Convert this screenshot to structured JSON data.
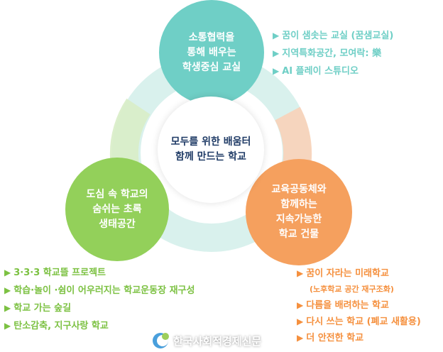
{
  "center": {
    "line1": "모두를 위한 배움터",
    "line2": "함께 만드는 학교"
  },
  "nodes": [
    {
      "lines": [
        "소통협력을",
        "통해 배우는",
        "학생중심 교실"
      ],
      "color": "#6fcfc6"
    },
    {
      "lines": [
        "도심 속 학교의",
        "숨쉬는 초록",
        "생태공간"
      ],
      "color": "#93d05a"
    },
    {
      "lines": [
        "교육공동체와",
        "함께하는",
        "지속가능한",
        "학교 건물"
      ],
      "color": "#f5a05e"
    }
  ],
  "lists": {
    "teal": [
      "꿈이 샘솟는 교실 (꿈샘교실)",
      "지역특화공간, 모여락: 樂",
      "AI 플레이 스튜디오"
    ],
    "green": [
      "3·3·3 학교뜰 프로젝트",
      "학습·놀이 ·쉼이 어우러지는 학교운동장 재구성",
      "학교 가는 숲길",
      "탄소감축, 지구사랑 학교"
    ],
    "orange": [
      "꿈이 자라는 미래학교",
      "(노후학교 공간 재구조화)",
      "다름을 배려하는 학교",
      "다시 쓰는 학교 (폐교 새활용)",
      "더 안전한 학교"
    ]
  },
  "bullet": "▶",
  "watermark": "한국사회적경제신문"
}
